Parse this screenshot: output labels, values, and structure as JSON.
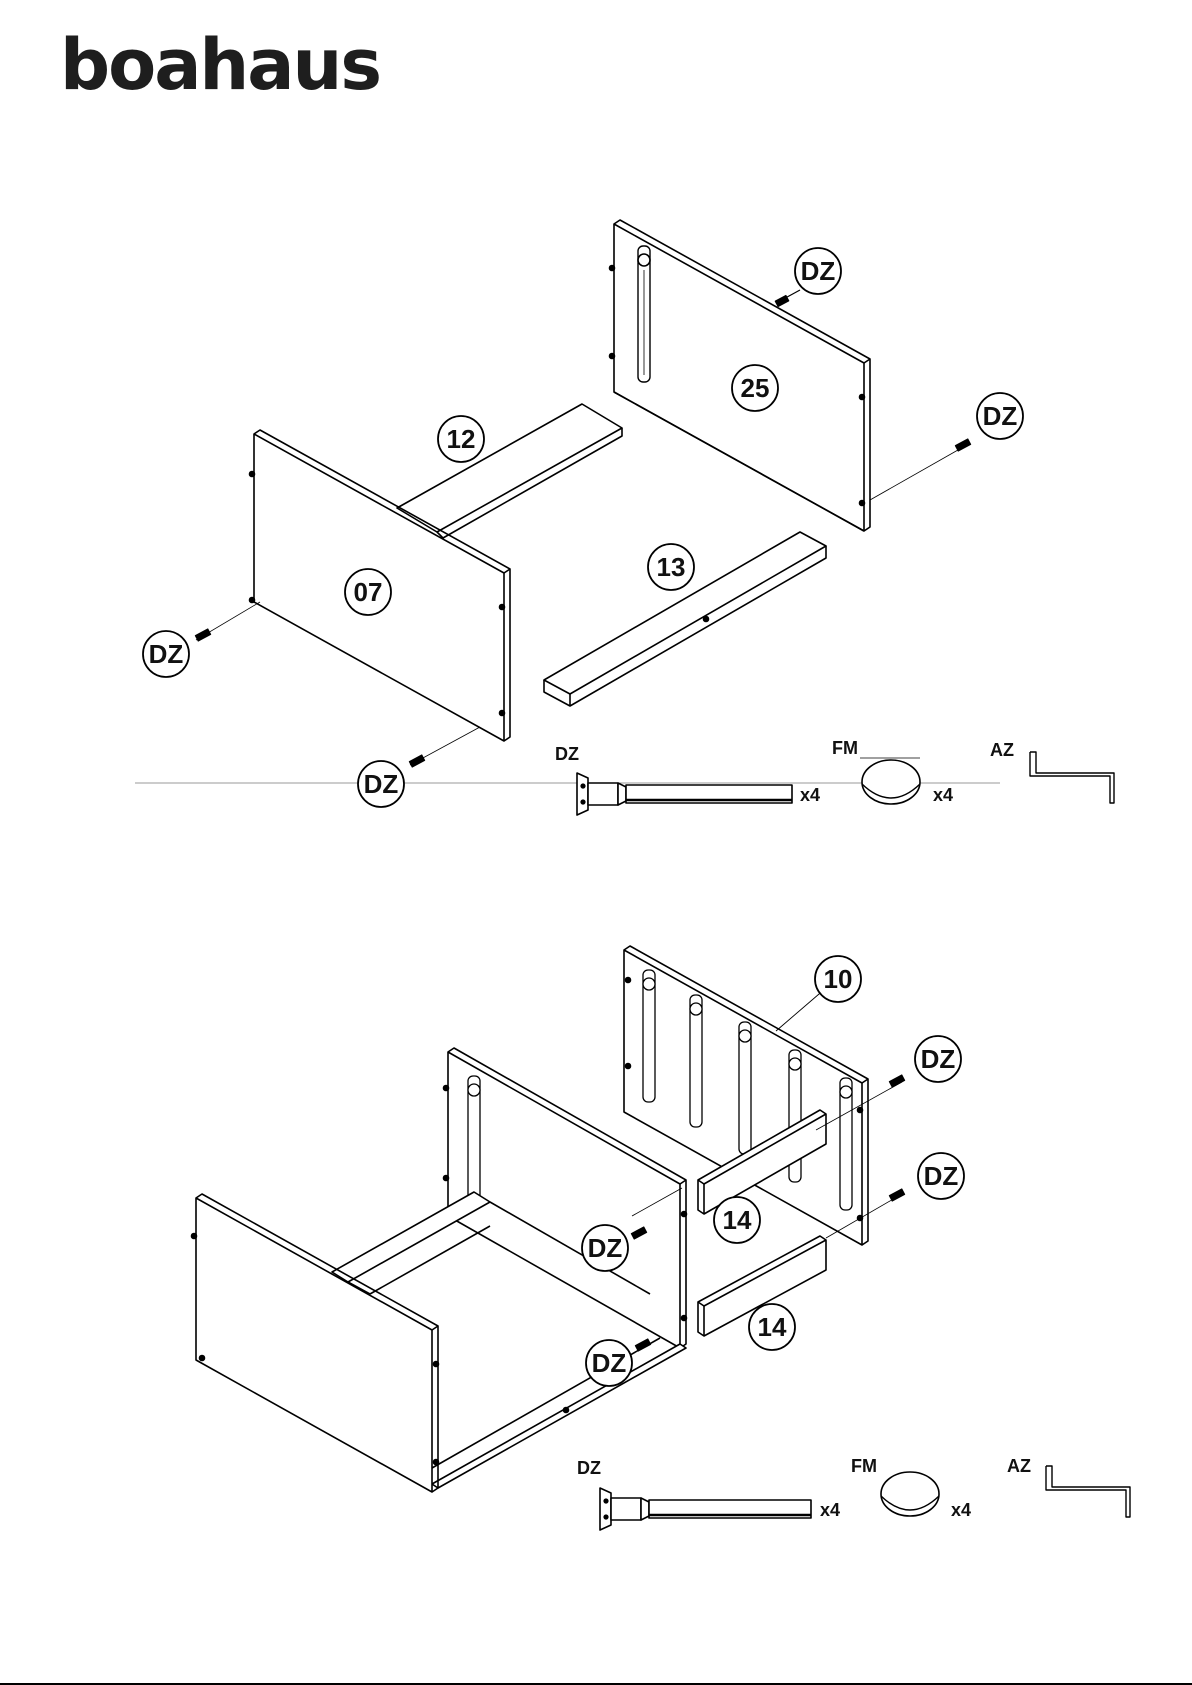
{
  "brand": {
    "name": "boahaus"
  },
  "step1": {
    "callouts": {
      "panel_top": "25",
      "rail_back": "12",
      "panel_left": "07",
      "rail_front": "13",
      "dz_top": "DZ",
      "dz_right": "DZ",
      "dz_left": "DZ",
      "dz_bottom": "DZ"
    },
    "parts": [
      {
        "code": "DZ",
        "qty": "x4"
      },
      {
        "code": "FM",
        "qty": "x4"
      },
      {
        "code": "AZ",
        "qty": ""
      }
    ]
  },
  "step2": {
    "callouts": {
      "back_panel": "10",
      "rail_upper": "14",
      "rail_lower": "14",
      "dz_a": "DZ",
      "dz_b": "DZ",
      "dz_c": "DZ",
      "dz_d": "DZ"
    },
    "parts": [
      {
        "code": "DZ",
        "qty": "x4"
      },
      {
        "code": "FM",
        "qty": "x4"
      },
      {
        "code": "AZ",
        "qty": ""
      }
    ]
  }
}
